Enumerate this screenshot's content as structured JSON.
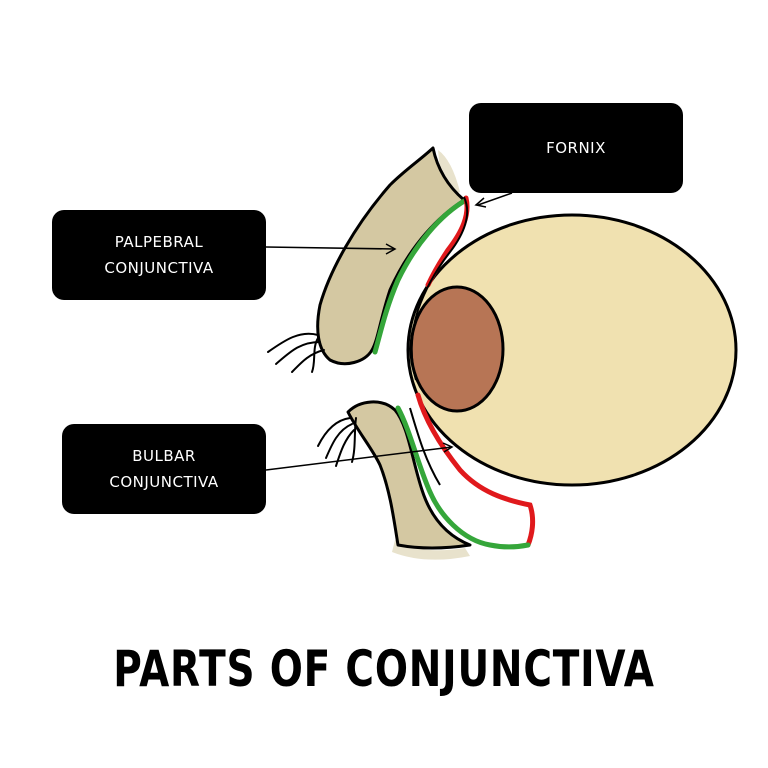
{
  "labels": {
    "fornix": {
      "line1": "FORNIX"
    },
    "palpebral": {
      "line1": "PALPEBRAL",
      "line2": "CONJUNCTIVA"
    },
    "bulbar": {
      "line1": "BULBAR",
      "line2": "CONJUNCTIVA"
    }
  },
  "title": "PARTS OF CONJUNCTIVA",
  "colors": {
    "eyeball": "#f0e1b0",
    "iris": "#b77555",
    "eyelid": "#d4c8a2",
    "eyelid_shadow": "#e8e2cc",
    "palpebral_conjunctiva": "#35a63a",
    "bulbar_conjunctiva": "#e0191c",
    "outline": "#000000",
    "label_background": "#000000",
    "label_text": "#ffffff"
  }
}
